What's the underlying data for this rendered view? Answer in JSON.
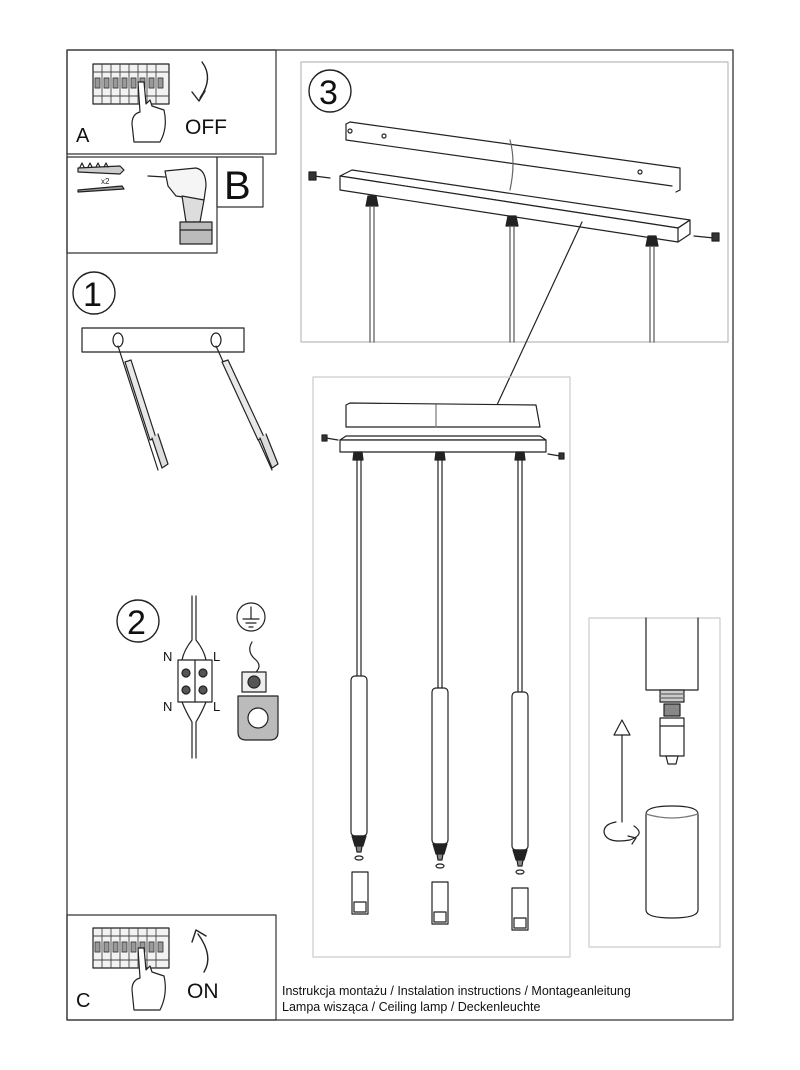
{
  "panel_a": {
    "label": "A",
    "action": "OFF"
  },
  "panel_b": {
    "label": "B",
    "count": "x2"
  },
  "step1": {
    "number": "1"
  },
  "step2": {
    "number": "2",
    "top_left": "N",
    "top_right": "L",
    "bottom_left": "N",
    "bottom_right": "L"
  },
  "step3": {
    "number": "3"
  },
  "panel_c": {
    "label": "C",
    "action": "ON"
  },
  "caption": {
    "line1": "Instrukcja montażu / Instalation instructions / Montageanleitung",
    "line2": "Lampa wisząca / Ceiling lamp / Deckenleuchte"
  }
}
